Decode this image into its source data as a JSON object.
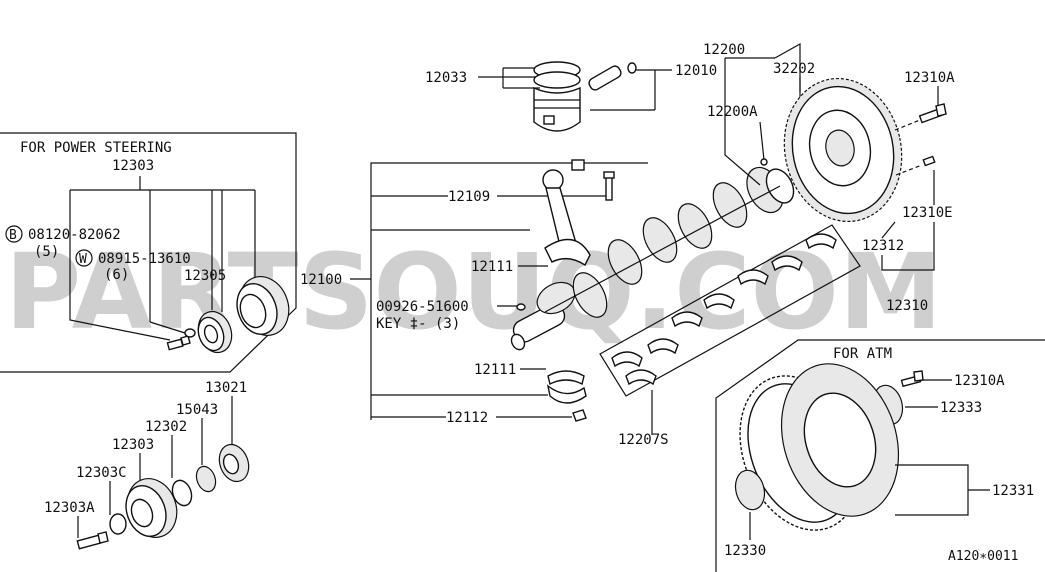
{
  "watermark": "PARTSOUQ.COM",
  "power_steering": {
    "title": "FOR POWER STEERING",
    "part": "12303",
    "bolt": "08120-82062",
    "bolt_prefix": "B",
    "bolt_qty": "(5)",
    "washer": "08915-13610",
    "washer_prefix": "W",
    "washer_qty": "(6)",
    "pulley_part": "12305"
  },
  "labels": {
    "p12033": "12033",
    "p12010": "12010",
    "p12200": "12200",
    "p12200A": "12200A",
    "p32202": "32202",
    "p12310A_top": "12310A",
    "p12310E": "12310E",
    "p12312": "12312",
    "p12310": "12310",
    "p12109": "12109",
    "p12100": "12100",
    "p12111_top": "12111",
    "key_part": "00926-51600",
    "key_text": "KEY ‡-  (3)",
    "p12111_bot": "12111",
    "p12112": "12112",
    "p12207S": "12207S",
    "p13021": "13021",
    "p15043": "15043",
    "p12302": "12302",
    "p12303": "12303",
    "p12303C": "12303C",
    "p12303A": "12303A"
  },
  "atm": {
    "title": "FOR ATM",
    "p12310A": "12310A",
    "p12333": "12333",
    "p12331": "12331",
    "p12330": "12330"
  },
  "diagram_code": "A120∗0011"
}
